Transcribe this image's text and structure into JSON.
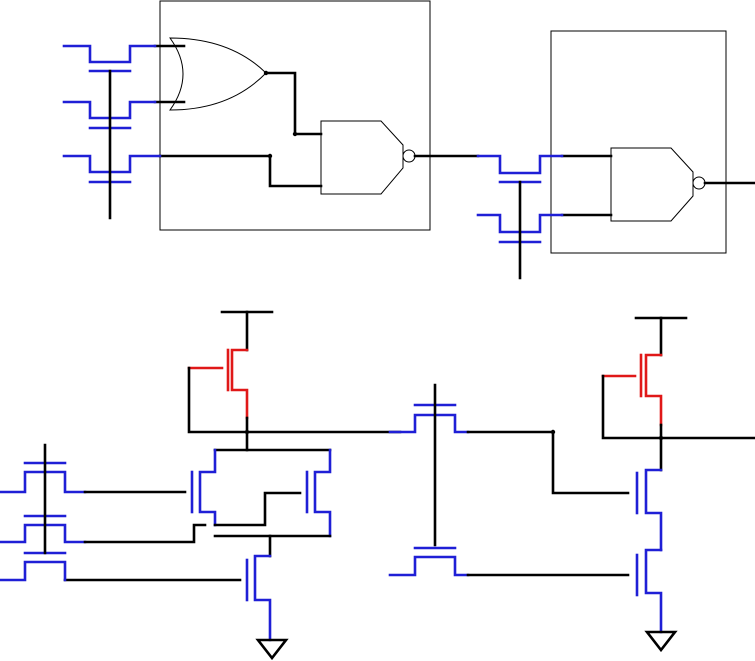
{
  "colors": {
    "wire": "#000000",
    "nmos": "#1f1fd6",
    "pmos": "#e01818",
    "background": "#ffffff"
  },
  "components": {
    "top_left": [
      "or-gate",
      "nand-gate",
      "nmos-switch",
      "nmos-switch",
      "nmos-switch"
    ],
    "top_right": [
      "nand-gate",
      "nmos-switch",
      "nmos-switch"
    ],
    "bottom_left": [
      "pmos-pullup",
      "nmos-pull-down-network",
      "nmos-switch",
      "nmos-switch",
      "nmos-switch",
      "ground-symbol"
    ],
    "bottom_right": [
      "pmos-pullup",
      "nmos-series-stack",
      "nmos-switch",
      "nmos-switch",
      "ground-symbol"
    ]
  }
}
